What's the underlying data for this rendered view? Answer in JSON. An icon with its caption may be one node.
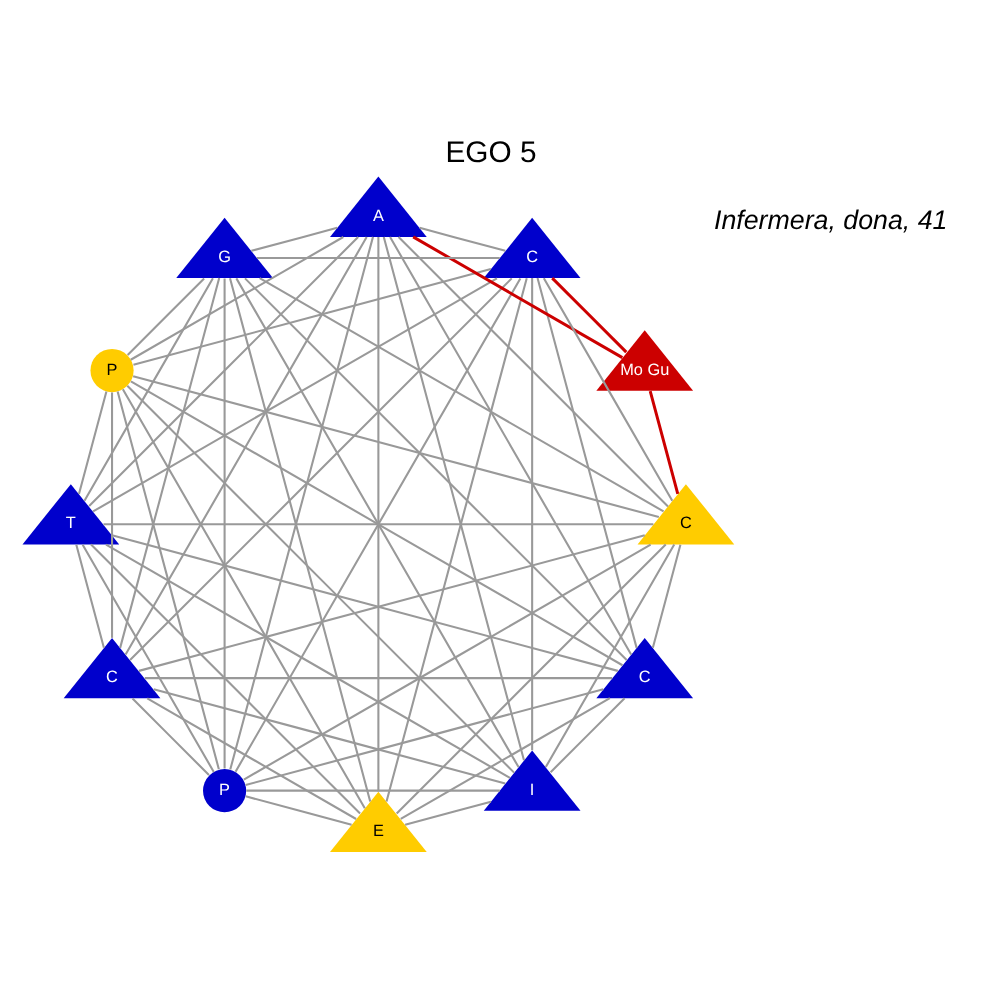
{
  "diagram": {
    "title": "EGO 5",
    "caption": "Infermera, dona, 41",
    "nodes": [
      {
        "text": [
          "C"
        ]
      },
      {
        "text": [
          "I"
        ]
      },
      {
        "text": [
          "E"
        ]
      },
      {
        "text": [
          "P"
        ]
      },
      {
        "text": [
          "C"
        ]
      },
      {
        "text": [
          "T"
        ]
      },
      {
        "text": [
          "P"
        ]
      },
      {
        "text": [
          "A"
        ]
      },
      {
        "text": [
          "G"
        ]
      },
      {
        "text": [
          "C"
        ]
      },
      {
        "text": [
          "C"
        ]
      },
      {
        "text": [
          "Mo Gu"
        ]
      }
    ],
    "edges": [
      {
        "from": 0,
        "to": 1,
        "arrow": "none"
      },
      {
        "from": 0,
        "to": 2,
        "arrow": "none"
      },
      {
        "from": 0,
        "to": 3,
        "arrow": "none"
      },
      {
        "from": 0,
        "to": 4,
        "arrow": "none"
      },
      {
        "from": 0,
        "to": 5,
        "arrow": "none"
      },
      {
        "from": 0,
        "to": 6,
        "arrow": "none"
      },
      {
        "from": 0,
        "to": 7,
        "arrow": "none"
      },
      {
        "from": 0,
        "to": 8,
        "arrow": "none"
      },
      {
        "from": 0,
        "to": 9,
        "arrow": "none"
      },
      {
        "from": 0,
        "to": 10,
        "arrow": "none"
      },
      {
        "from": 1,
        "to": 2,
        "arrow": "none"
      },
      {
        "from": 1,
        "to": 3,
        "arrow": "none"
      },
      {
        "from": 1,
        "to": 4,
        "arrow": "none"
      },
      {
        "from": 1,
        "to": 5,
        "arrow": "none"
      },
      {
        "from": 1,
        "to": 6,
        "arrow": "none"
      },
      {
        "from": 1,
        "to": 7,
        "arrow": "none"
      },
      {
        "from": 1,
        "to": 8,
        "arrow": "none"
      },
      {
        "from": 1,
        "to": 9,
        "arrow": "none"
      },
      {
        "from": 1,
        "to": 10,
        "arrow": "none"
      },
      {
        "from": 2,
        "to": 3,
        "arrow": "none"
      },
      {
        "from": 2,
        "to": 4,
        "arrow": "none"
      },
      {
        "from": 2,
        "to": 5,
        "arrow": "none"
      },
      {
        "from": 2,
        "to": 6,
        "arrow": "none"
      },
      {
        "from": 2,
        "to": 7,
        "arrow": "none"
      },
      {
        "from": 2,
        "to": 8,
        "arrow": "none"
      },
      {
        "from": 2,
        "to": 9,
        "arrow": "none"
      },
      {
        "from": 2,
        "to": 10,
        "arrow": "none"
      },
      {
        "from": 3,
        "to": 4,
        "arrow": "none"
      },
      {
        "from": 3,
        "to": 5,
        "arrow": "none"
      },
      {
        "from": 3,
        "to": 6,
        "arrow": "none"
      },
      {
        "from": 3,
        "to": 7,
        "arrow": "none"
      },
      {
        "from": 3,
        "to": 8,
        "arrow": "none"
      },
      {
        "from": 3,
        "to": 9,
        "arrow": "none"
      },
      {
        "from": 3,
        "to": 10,
        "arrow": "none"
      },
      {
        "from": 4,
        "to": 5,
        "arrow": "none"
      },
      {
        "from": 4,
        "to": 6,
        "arrow": "none"
      },
      {
        "from": 4,
        "to": 7,
        "arrow": "none"
      },
      {
        "from": 4,
        "to": 8,
        "arrow": "none"
      },
      {
        "from": 4,
        "to": 9,
        "arrow": "none"
      },
      {
        "from": 4,
        "to": 10,
        "arrow": "none"
      },
      {
        "from": 5,
        "to": 6,
        "arrow": "none"
      },
      {
        "from": 5,
        "to": 7,
        "arrow": "none"
      },
      {
        "from": 5,
        "to": 8,
        "arrow": "none"
      },
      {
        "from": 5,
        "to": 9,
        "arrow": "none"
      },
      {
        "from": 5,
        "to": 10,
        "arrow": "none"
      },
      {
        "from": 6,
        "to": 7,
        "arrow": "none"
      },
      {
        "from": 6,
        "to": 8,
        "arrow": "none"
      },
      {
        "from": 6,
        "to": 9,
        "arrow": "none"
      },
      {
        "from": 6,
        "to": 10,
        "arrow": "none"
      },
      {
        "from": 7,
        "to": 8,
        "arrow": "none"
      },
      {
        "from": 7,
        "to": 9,
        "arrow": "none"
      },
      {
        "from": 7,
        "to": 10,
        "arrow": "none"
      },
      {
        "from": 8,
        "to": 9,
        "arrow": "none"
      },
      {
        "from": 8,
        "to": 10,
        "arrow": "none"
      },
      {
        "from": 9,
        "to": 10,
        "arrow": "none"
      },
      {
        "from": 9,
        "to": 11,
        "arrow": "none",
        "color": "#cc0000"
      },
      {
        "from": 7,
        "to": 11,
        "arrow": "none",
        "color": "#cc0000"
      },
      {
        "from": 10,
        "to": 11,
        "arrow": "none",
        "color": "#cc0000"
      }
    ]
  }
}
